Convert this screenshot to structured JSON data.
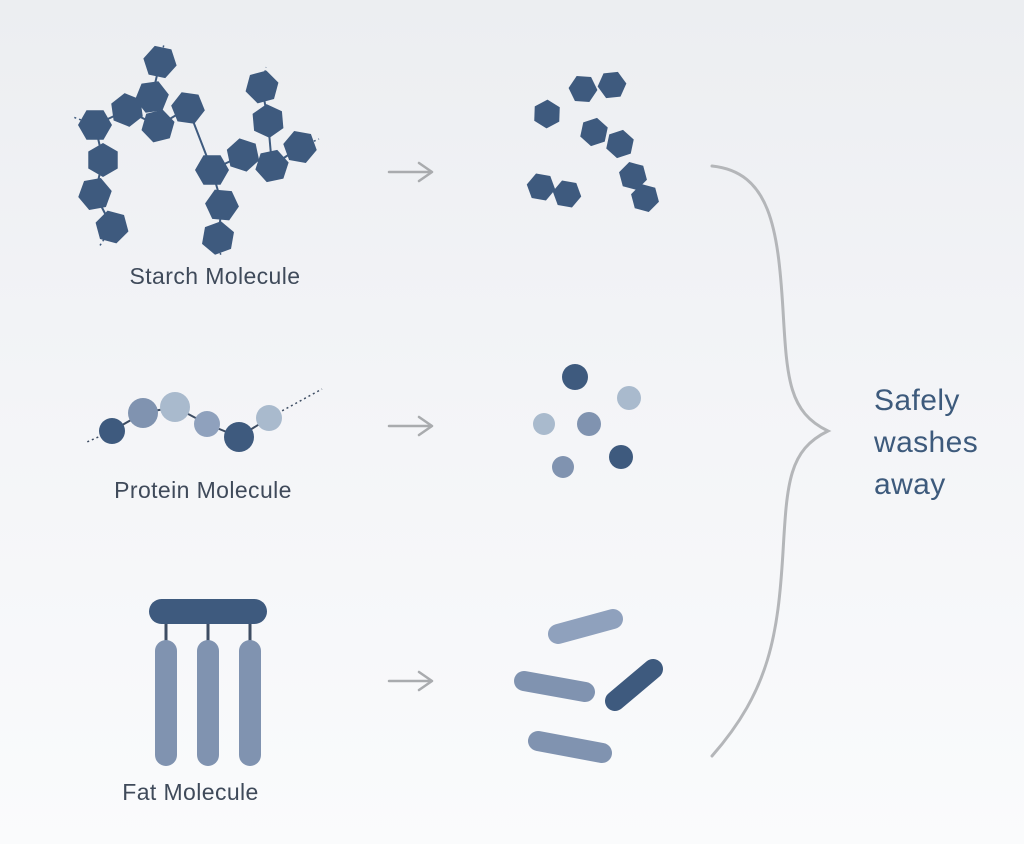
{
  "diagram": {
    "rows": [
      {
        "id": "starch",
        "label": "Starch Molecule"
      },
      {
        "id": "protein",
        "label": "Protein Molecule"
      },
      {
        "id": "fat",
        "label": "Fat Molecule"
      }
    ],
    "result_text": "Safely\nwashes\naway",
    "icons": {
      "starch": "branched-hexagon-chain-icon",
      "starch_broken": "scattered-hexagon-pairs-icon",
      "protein": "beaded-circle-chain-icon",
      "protein_broken": "scattered-circles-icon",
      "fat": "glycerol-head-three-tails-icon",
      "fat_broken": "scattered-capsules-icon",
      "arrow": "right-arrow-icon",
      "brace": "curly-brace-icon"
    }
  },
  "colors": {
    "dark_blue": "#3E5A7E",
    "medium_blue": "#8093B0",
    "light_blue": "#A9BACD",
    "light_medium_blue": "#8FA1BD",
    "chain_line": "#3E4D63",
    "arrow_gray": "#A9ABAE",
    "brace_gray": "#B4B6B9",
    "label_color": "#3F4A5A",
    "result_text_color": "#3D5A7C",
    "background_top": "#ECEEF1",
    "background_bottom": "#FAFBFC"
  }
}
